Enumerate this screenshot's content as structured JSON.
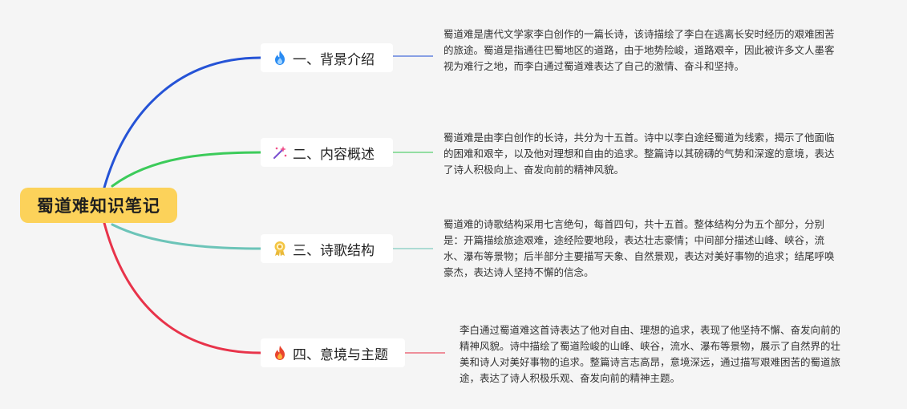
{
  "root": {
    "title": "蜀道难知识笔记"
  },
  "branches": [
    {
      "label": "一、背景介绍",
      "icon": "flame-icon",
      "color": "#2553d6",
      "note": "蜀道难是唐代文学家李白创作的一篇长诗，该诗描绘了李白在逃离长安时经历的艰难困苦的旅途。蜀道是指通往巴蜀地区的道路，由于地势险峻，道路艰辛，因此被许多文人墨客视为难行之地，而李白通过蜀道难表达了自己的激情、奋斗和坚持。"
    },
    {
      "label": "二、内容概述",
      "icon": "sparkle-icon",
      "color": "#3ccb5a",
      "note": "蜀道难是由李白创作的长诗，共分为十五首。诗中以李白途经蜀道为线索，揭示了他面临的困难和艰辛，以及他对理想和自由的追求。整篇诗以其磅礴的气势和深邃的意境，表达了诗人积极向上、奋发向前的精神风貌。"
    },
    {
      "label": "三、诗歌结构",
      "icon": "award-medal-icon",
      "color": "#6cc4b8",
      "note": "蜀道难的诗歌结构采用七言绝句，每首四句，共十五首。整体结构分为五个部分，分别是：开篇描绘旅途艰难，途经险要地段，表达壮志豪情；中间部分描述山峰、峡谷，流水、瀑布等景物；后半部分主要描写天象、自然景观，表达对美好事物的追求；结尾呼唤豪杰，表达诗人坚持不懈的信念。"
    },
    {
      "label": "四、意境与主题",
      "icon": "fire-icon",
      "color": "#e8334a",
      "note": "李白通过蜀道难这首诗表达了他对自由、理想的追求，表现了他坚持不懈、奋发向前的精神风貌。诗中描绘了蜀道险峻的山峰、峡谷，流水、瀑布等景物，展示了自然界的壮美和诗人对美好事物的追求。整篇诗言志高昂，意境深远，通过描写艰难困苦的蜀道旅途，表达了诗人积极乐观、奋发向前的精神主题。"
    }
  ]
}
